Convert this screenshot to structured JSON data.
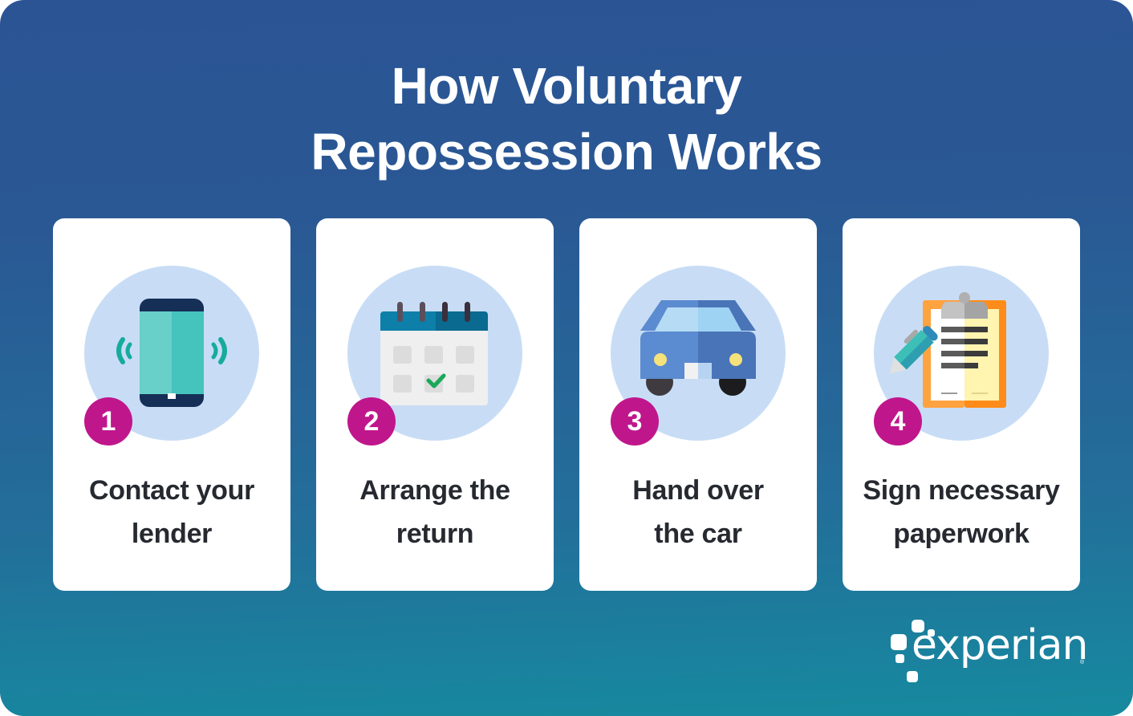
{
  "title": {
    "line1": "How Voluntary",
    "line2": "Repossession Works"
  },
  "steps": [
    {
      "number": "1",
      "icon": "smartphone-ringing-icon",
      "label_line1": "Contact your",
      "label_line2": "lender"
    },
    {
      "number": "2",
      "icon": "calendar-check-icon",
      "label_line1": "Arrange the",
      "label_line2": "return"
    },
    {
      "number": "3",
      "icon": "car-front-icon",
      "label_line1": "Hand over",
      "label_line2": "the car"
    },
    {
      "number": "4",
      "icon": "clipboard-pen-icon",
      "label_line1": "Sign necessary",
      "label_line2": "paperwork"
    }
  ],
  "brand": {
    "name": "experian",
    "registered": "®"
  },
  "colors": {
    "background_top": "#2b5495",
    "background_bottom": "#168a9f",
    "badge": "#c0168c",
    "icon_circle": "#c8ddf5",
    "card": "#ffffff",
    "label_text": "#262a30"
  }
}
